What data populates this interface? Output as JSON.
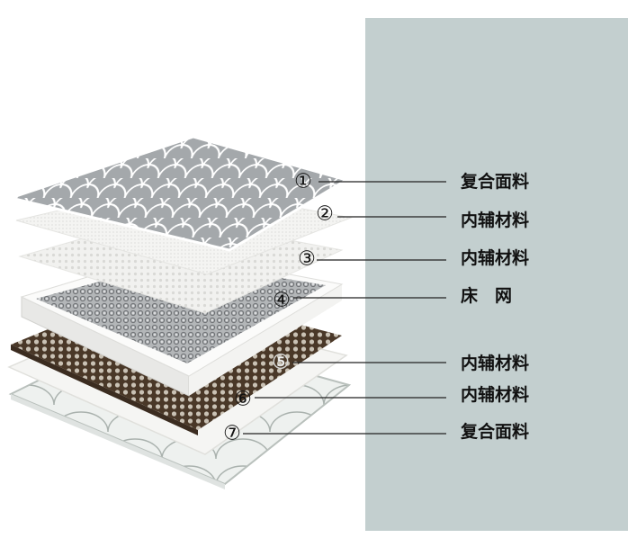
{
  "colors": {
    "panel": "#c3cfcf",
    "fabric_top": "#a4a8ab",
    "fabric_bottom": "#e3e7e5",
    "spring_net": "#b3b6b8",
    "brown_mesh": "#4a3828",
    "leader_line": "#222222"
  },
  "layers": [
    {
      "marker": "①",
      "label": "复合面料"
    },
    {
      "marker": "②",
      "label": "内辅材料"
    },
    {
      "marker": "③",
      "label": "内辅材料"
    },
    {
      "marker": "④",
      "label": "床　网"
    },
    {
      "marker": "⑤",
      "label": "内辅材料"
    },
    {
      "marker": "⑥",
      "label": "内辅材料"
    },
    {
      "marker": "⑦",
      "label": "复合面料"
    }
  ]
}
